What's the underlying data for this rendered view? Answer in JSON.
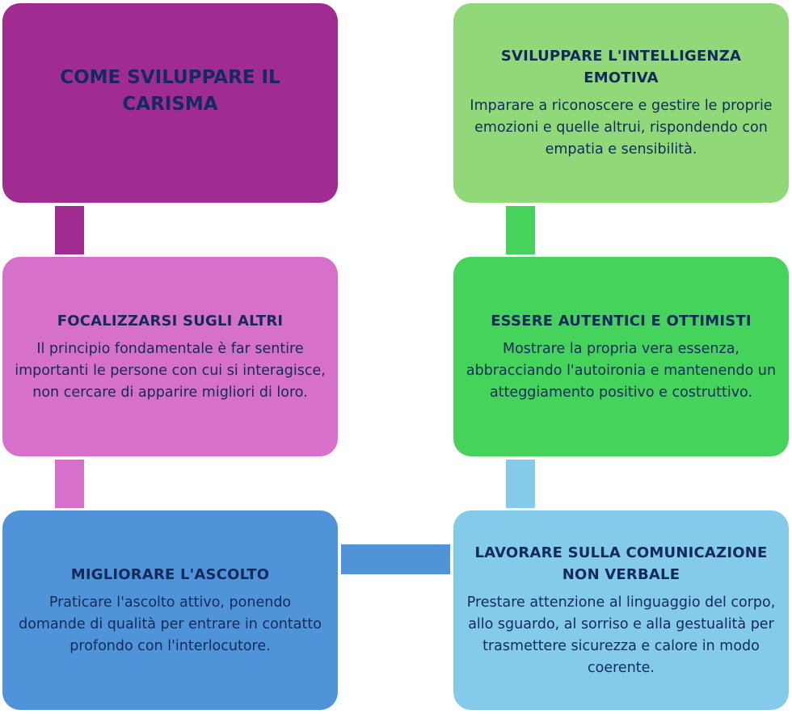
{
  "colors": {
    "text": "#132a5c",
    "title": "#a02b91",
    "focus": "#d670ca",
    "listen": "#4f94d8",
    "emotional": "#91d978",
    "authentic": "#45d35b",
    "nonverbal": "#83caeb"
  },
  "main": {
    "title": "COME SVILUPPARE IL CARISMA"
  },
  "steps": [
    {
      "title": "FOCALIZZARSI SUGLI ALTRI",
      "text": "Il principio fondamentale è far sentire importanti le persone con cui si interagisce, non cercare di apparire migliori di loro."
    },
    {
      "title": "MIGLIORARE L'ASCOLTO",
      "text": "Praticare l'ascolto attivo, ponendo domande di qualità per entrare in contatto profondo con l'interlocutore."
    },
    {
      "title": "LAVORARE SULLA COMUNICAZIONE NON VERBALE",
      "text": "Prestare attenzione al linguaggio del corpo, allo sguardo, al sorriso e alla gestualità per trasmettere sicurezza e calore in modo coerente."
    },
    {
      "title": "ESSERE AUTENTICI E OTTIMISTI",
      "text": "Mostrare la propria vera essenza, abbracciando l'autoironia e mantenendo un atteggiamento positivo e costruttivo."
    },
    {
      "title": "SVILUPPARE L'INTELLIGENZA EMOTIVA",
      "text": "Imparare a riconoscere e gestire le proprie emozioni e quelle altrui, rispondendo con empatia e sensibilità."
    }
  ]
}
